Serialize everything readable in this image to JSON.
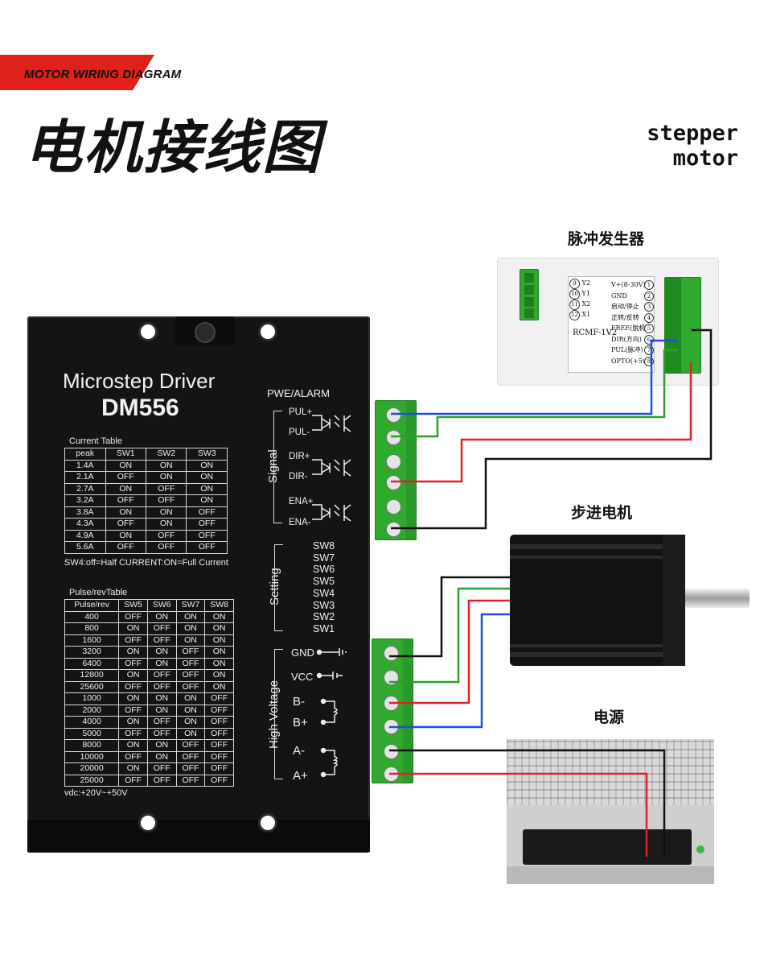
{
  "header": {
    "banner_text": "MOTOR WIRING DIAGRAM",
    "title": "电机接线图",
    "subtitle_line1": "stepper",
    "subtitle_line2": "motor"
  },
  "labels": {
    "pulse_generator": "脉冲发生器",
    "stepper_motor": "步进电机",
    "power_supply": "电源"
  },
  "driver": {
    "title": "Microstep Driver",
    "model": "DM556",
    "current_table": {
      "caption": "Current Table",
      "headers": [
        "peak",
        "SW1",
        "SW2",
        "SW3"
      ],
      "rows": [
        [
          "1.4A",
          "ON",
          "ON",
          "ON"
        ],
        [
          "2.1A",
          "OFF",
          "ON",
          "ON"
        ],
        [
          "2.7A",
          "ON",
          "OFF",
          "ON"
        ],
        [
          "3.2A",
          "OFF",
          "OFF",
          "ON"
        ],
        [
          "3.8A",
          "ON",
          "ON",
          "OFF"
        ],
        [
          "4.3A",
          "OFF",
          "ON",
          "OFF"
        ],
        [
          "4.9A",
          "ON",
          "OFF",
          "OFF"
        ],
        [
          "5.6A",
          "OFF",
          "OFF",
          "OFF"
        ]
      ],
      "note": "SW4:off=Half CURRENT:ON=Full Current"
    },
    "pulse_table": {
      "caption": "Pulse/revTable",
      "headers": [
        "Pulse/rev",
        "SW5",
        "SW6",
        "SW7",
        "SW8"
      ],
      "rows": [
        [
          "400",
          "OFF",
          "ON",
          "ON",
          "ON"
        ],
        [
          "800",
          "ON",
          "OFF",
          "ON",
          "ON"
        ],
        [
          "1600",
          "OFF",
          "OFF",
          "ON",
          "ON"
        ],
        [
          "3200",
          "ON",
          "ON",
          "OFF",
          "ON"
        ],
        [
          "6400",
          "OFF",
          "ON",
          "OFF",
          "ON"
        ],
        [
          "12800",
          "ON",
          "OFF",
          "OFF",
          "ON"
        ],
        [
          "25600",
          "OFF",
          "OFF",
          "OFF",
          "ON"
        ],
        [
          "1000",
          "ON",
          "ON",
          "ON",
          "OFF"
        ],
        [
          "2000",
          "OFF",
          "ON",
          "ON",
          "OFF"
        ],
        [
          "4000",
          "ON",
          "OFF",
          "ON",
          "OFF"
        ],
        [
          "5000",
          "OFF",
          "OFF",
          "ON",
          "OFF"
        ],
        [
          "8000",
          "ON",
          "ON",
          "OFF",
          "OFF"
        ],
        [
          "10000",
          "OFF",
          "ON",
          "OFF",
          "OFF"
        ],
        [
          "20000",
          "ON",
          "OFF",
          "OFF",
          "OFF"
        ],
        [
          "25000",
          "OFF",
          "OFF",
          "OFF",
          "OFF"
        ]
      ]
    },
    "vdc": "vdc:+20V~+50V",
    "pwe_alarm": "PWE/ALARM",
    "signal_label": "Signal",
    "signal_pins": [
      "PUL+",
      "PUL-",
      "DIR+",
      "DIR-",
      "ENA+",
      "ENA-"
    ],
    "setting_label": "Setting",
    "switches": [
      "SW8",
      "SW7",
      "SW6",
      "SW5",
      "SW4",
      "SW3",
      "SW2",
      "SW1"
    ],
    "hv_label": "High Voltage",
    "power_pins": [
      "GND",
      "VCC",
      "B-",
      "B+",
      "A-",
      "A+"
    ]
  },
  "pulse_generator": {
    "left_pins": [
      "9",
      "10",
      "11",
      "12"
    ],
    "left_names": [
      "Y2",
      "Y1",
      "X2",
      "X1"
    ],
    "model": "RCMF-1V2",
    "right_names": [
      "V+(8-30V)",
      "GND",
      "启动/停止",
      "正转/反转",
      "FREE(脱机)",
      "DIR(方向)",
      "PUL(脉冲)",
      "OPTO(+5v)"
    ],
    "right_pins": [
      "1",
      "2",
      "3",
      "4",
      "5",
      "6",
      "7",
      "8"
    ]
  },
  "wire_colors": {
    "blue": "#1f4fd6",
    "green": "#2aa02a",
    "red": "#e0202a",
    "black": "#111111"
  }
}
